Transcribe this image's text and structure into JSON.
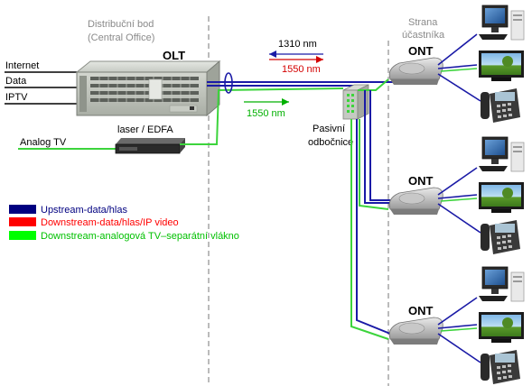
{
  "header": {
    "central_office_line1": "Distribuční bod",
    "central_office_line2": "(Central Office)",
    "subscriber_line1": "Strana",
    "subscriber_line2": "účastníka",
    "olt": "OLT"
  },
  "inputs": {
    "internet": "Internet",
    "data": "Data",
    "iptv": "IPTV",
    "analog_tv": "Analog TV"
  },
  "devices": {
    "laser": "laser / EDFA",
    "splitter_line1": "Pasivní",
    "splitter_line2": "odbočnice",
    "ont": "ONT"
  },
  "wavelengths": {
    "up": "1310 nm",
    "down": "1550 nm",
    "tv": "1550 nm"
  },
  "legend": [
    {
      "label": "Upstream-data/hlas",
      "color": "#000080"
    },
    {
      "label": "Downstream-data/hlas/IP video",
      "color": "#ff0000"
    },
    {
      "label": "Downstream-analogová TV–separátní vlákno",
      "color": "#00ff00"
    }
  ],
  "colors": {
    "upstream": "#1a1aa6",
    "downstream_tv": "#3cd43c",
    "wavelength_down": "#d40000",
    "wavelength_tv": "#00b000"
  },
  "icons": [
    "olt-chassis-icon",
    "laser-edfa-icon",
    "splitter-icon",
    "ont-icon",
    "pc-icon",
    "tv-icon",
    "ip-phone-icon"
  ]
}
